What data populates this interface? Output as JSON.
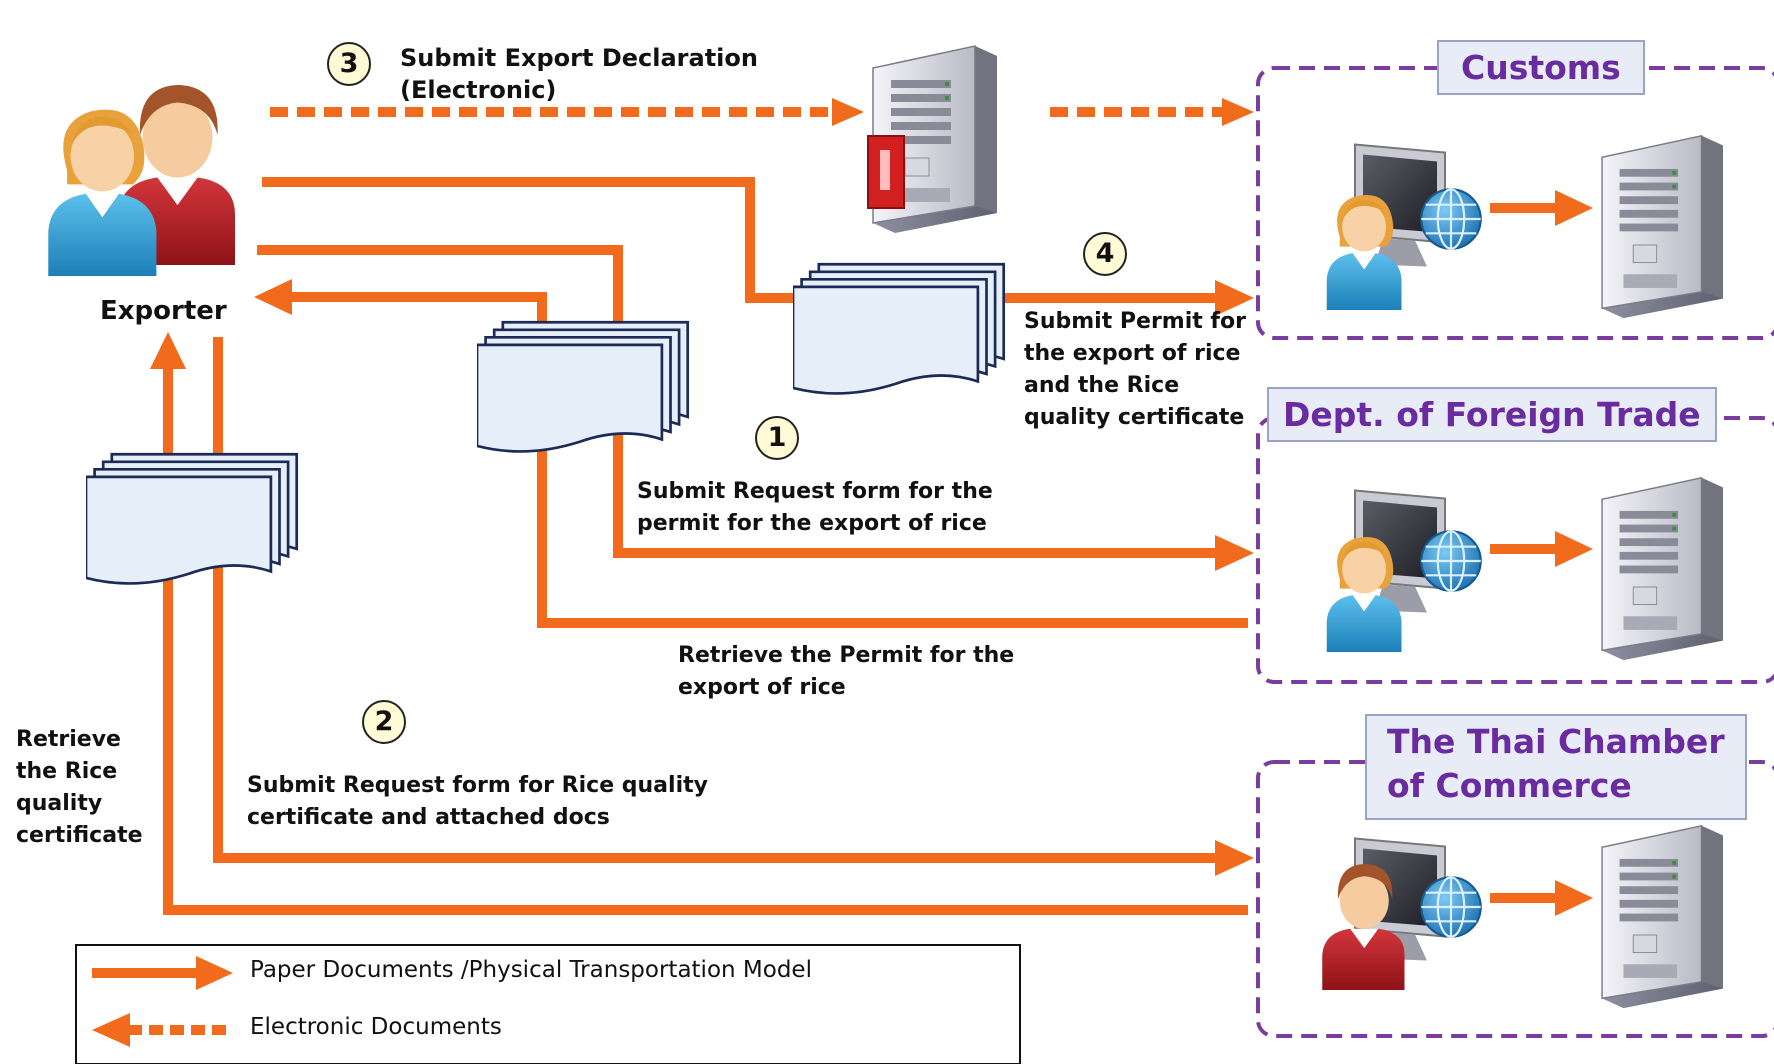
{
  "colors": {
    "flow": "#f26b1d",
    "agency_border": "#7a3c9e",
    "agency_text": "#6a2aa0",
    "document": "#e6eef9"
  },
  "actors": {
    "exporter": {
      "label": "Exporter",
      "icon": "people-icon"
    }
  },
  "agencies": [
    {
      "id": "customs",
      "label": "Customs"
    },
    {
      "id": "dft",
      "label": "Dept. of Foreign Trade"
    },
    {
      "id": "tcc",
      "label": "The Thai Chamber\nof Commerce"
    }
  ],
  "steps": [
    {
      "number": "1",
      "label": "Submit Request form for  the\npermit for the export of rice"
    },
    {
      "number": "2",
      "label": "Submit Request form for Rice quality\ncertificate  and attached docs"
    },
    {
      "number": "3",
      "label": "Submit Export Declaration\n(Electronic)"
    },
    {
      "number": "4",
      "label": "Submit Permit for\nthe export of rice\nand the  Rice\nquality certificate"
    }
  ],
  "returns": [
    {
      "id": "permit",
      "label": "Retrieve the Permit for the\nexport of rice"
    },
    {
      "id": "certificate",
      "label": "Retrieve\nthe Rice\nquality\ncertificate"
    }
  ],
  "legend": [
    {
      "style": "solid",
      "label": "Paper Documents /Physical Transportation Model"
    },
    {
      "style": "dashed",
      "label": "Electronic Documents"
    }
  ]
}
